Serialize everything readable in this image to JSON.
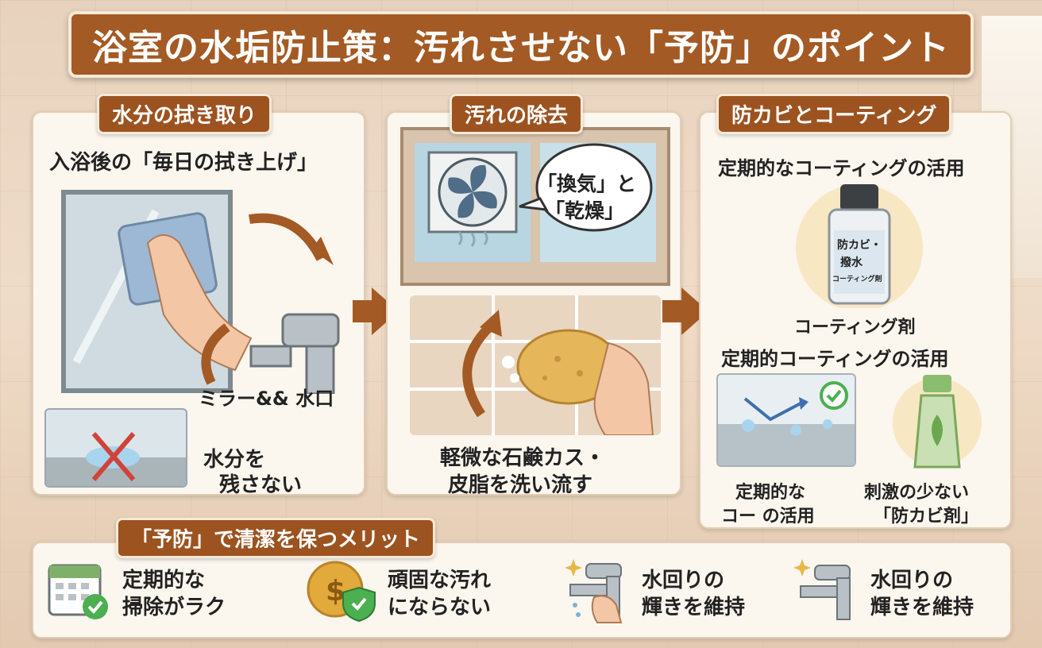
{
  "title": "浴室の水垢防止策：汚れさせない「予防」のポイント",
  "panels": [
    {
      "tag": "水分の拭き取り",
      "heading": "入浴後の「毎日の拭き上げ」",
      "label_mirror": "ミラー&& 水口",
      "label_water": [
        "水分を",
        "残さない"
      ]
    },
    {
      "tag": "汚れの除去",
      "bubble": [
        "「換気」と",
        "「乾燥」"
      ],
      "caption": [
        "軽微な石鹸カス・",
        "皮脂を洗い流す"
      ]
    },
    {
      "tag": "防カビとコーティング",
      "heading": "定期的なコーティングの活用",
      "bottle_label": [
        "防カビ・",
        "撥水",
        "コーティング剤"
      ],
      "product": "コーティング剤",
      "heading2": "定期的コーティングの活用",
      "caption_left": [
        "定期的な",
        "コー  の活用"
      ],
      "caption_right": [
        "刺激の少ない",
        "「防カビ剤」"
      ]
    }
  ],
  "merits": {
    "tag": "「予防」で清潔を保つメリット",
    "items": [
      {
        "icon": "calendar-check-icon",
        "lines": [
          "定期的な",
          "掃除がラク"
        ]
      },
      {
        "icon": "coin-shield-icon",
        "lines": [
          "頑固な汚れ",
          "にならない"
        ]
      },
      {
        "icon": "faucet-wipe-icon",
        "lines": [
          "水回りの",
          "輝きを維持"
        ]
      },
      {
        "icon": "faucet-sparkle-icon",
        "lines": [
          "水回りの",
          "輝きを維持"
        ]
      }
    ]
  },
  "colors": {
    "accent": "#a45a24",
    "panel": "#fbf6ee",
    "check": "#4caf50"
  }
}
